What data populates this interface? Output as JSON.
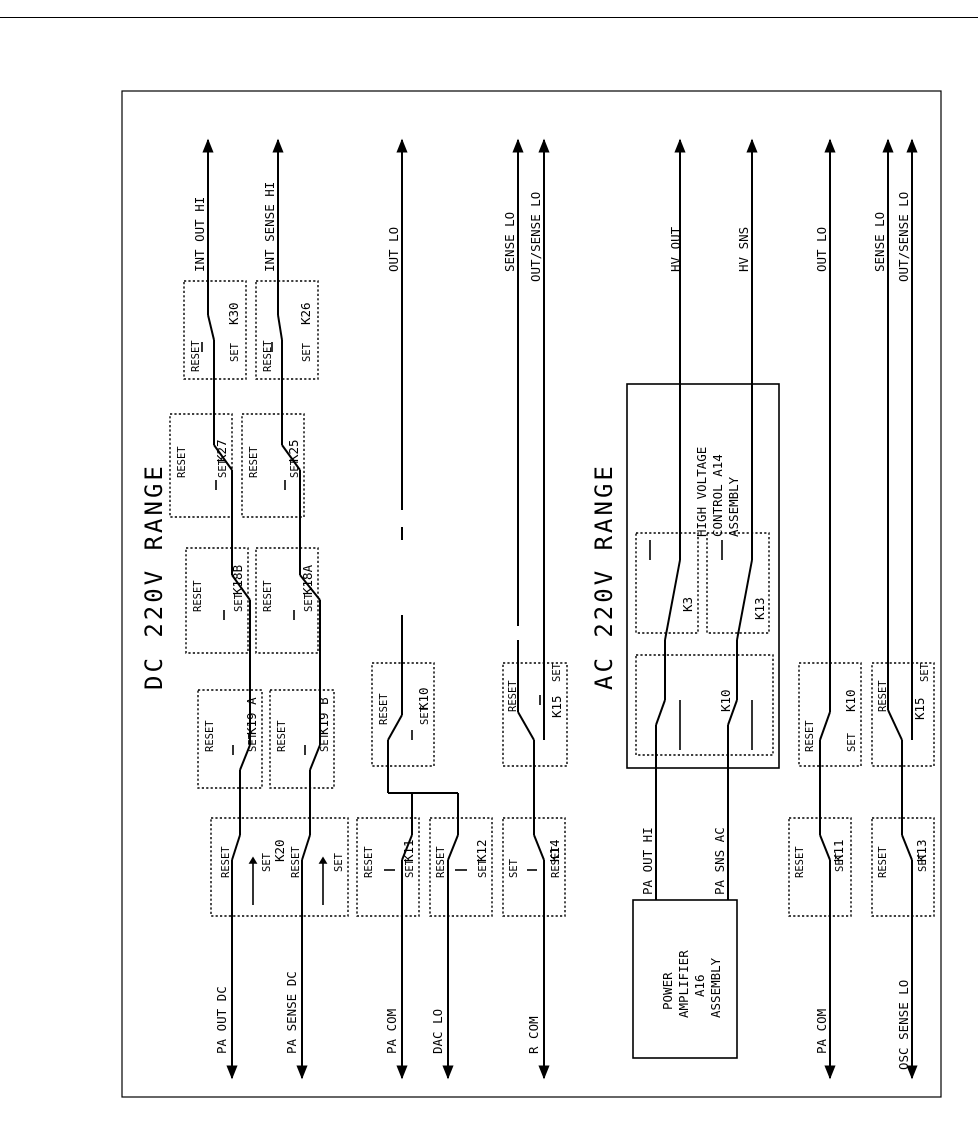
{
  "dc": {
    "title": "DC 220V RANGE",
    "inputs": [
      "PA OUT DC",
      "PA SENSE DC",
      "PA COM",
      "DAC LO",
      "R COM"
    ],
    "outputs": [
      "INT OUT HI",
      "INT SENSE HI",
      "OUT LO",
      "SENSE LO",
      "OUT/SENSE LO"
    ],
    "relays": [
      "K20",
      "K11",
      "K12",
      "K14",
      "K19 A",
      "K19 B",
      "K10",
      "K15",
      "K18B",
      "K18A",
      "K27",
      "K25",
      "K30",
      "K26"
    ]
  },
  "ac": {
    "title": "AC 220V RANGE",
    "amp_block": [
      "POWER",
      "AMPLIFIER",
      "A16",
      "ASSEMBLY"
    ],
    "hv_block": [
      "HIGH VOLTAGE",
      "CONTROL A14",
      "ASSEMBLY"
    ],
    "amp_outputs": [
      "PA OUT HI",
      "PA SNS AC"
    ],
    "inputs": [
      "PA COM",
      "OSC SENSE LO"
    ],
    "outputs": [
      "HV OUT",
      "HV SNS",
      "OUT LO",
      "SENSE LO",
      "OUT/SENSE LO"
    ],
    "relays": [
      "K10",
      "K3",
      "K13",
      "K11",
      "K13",
      "K10",
      "K15"
    ]
  },
  "common": {
    "reset": "RESET",
    "set": "SET"
  }
}
